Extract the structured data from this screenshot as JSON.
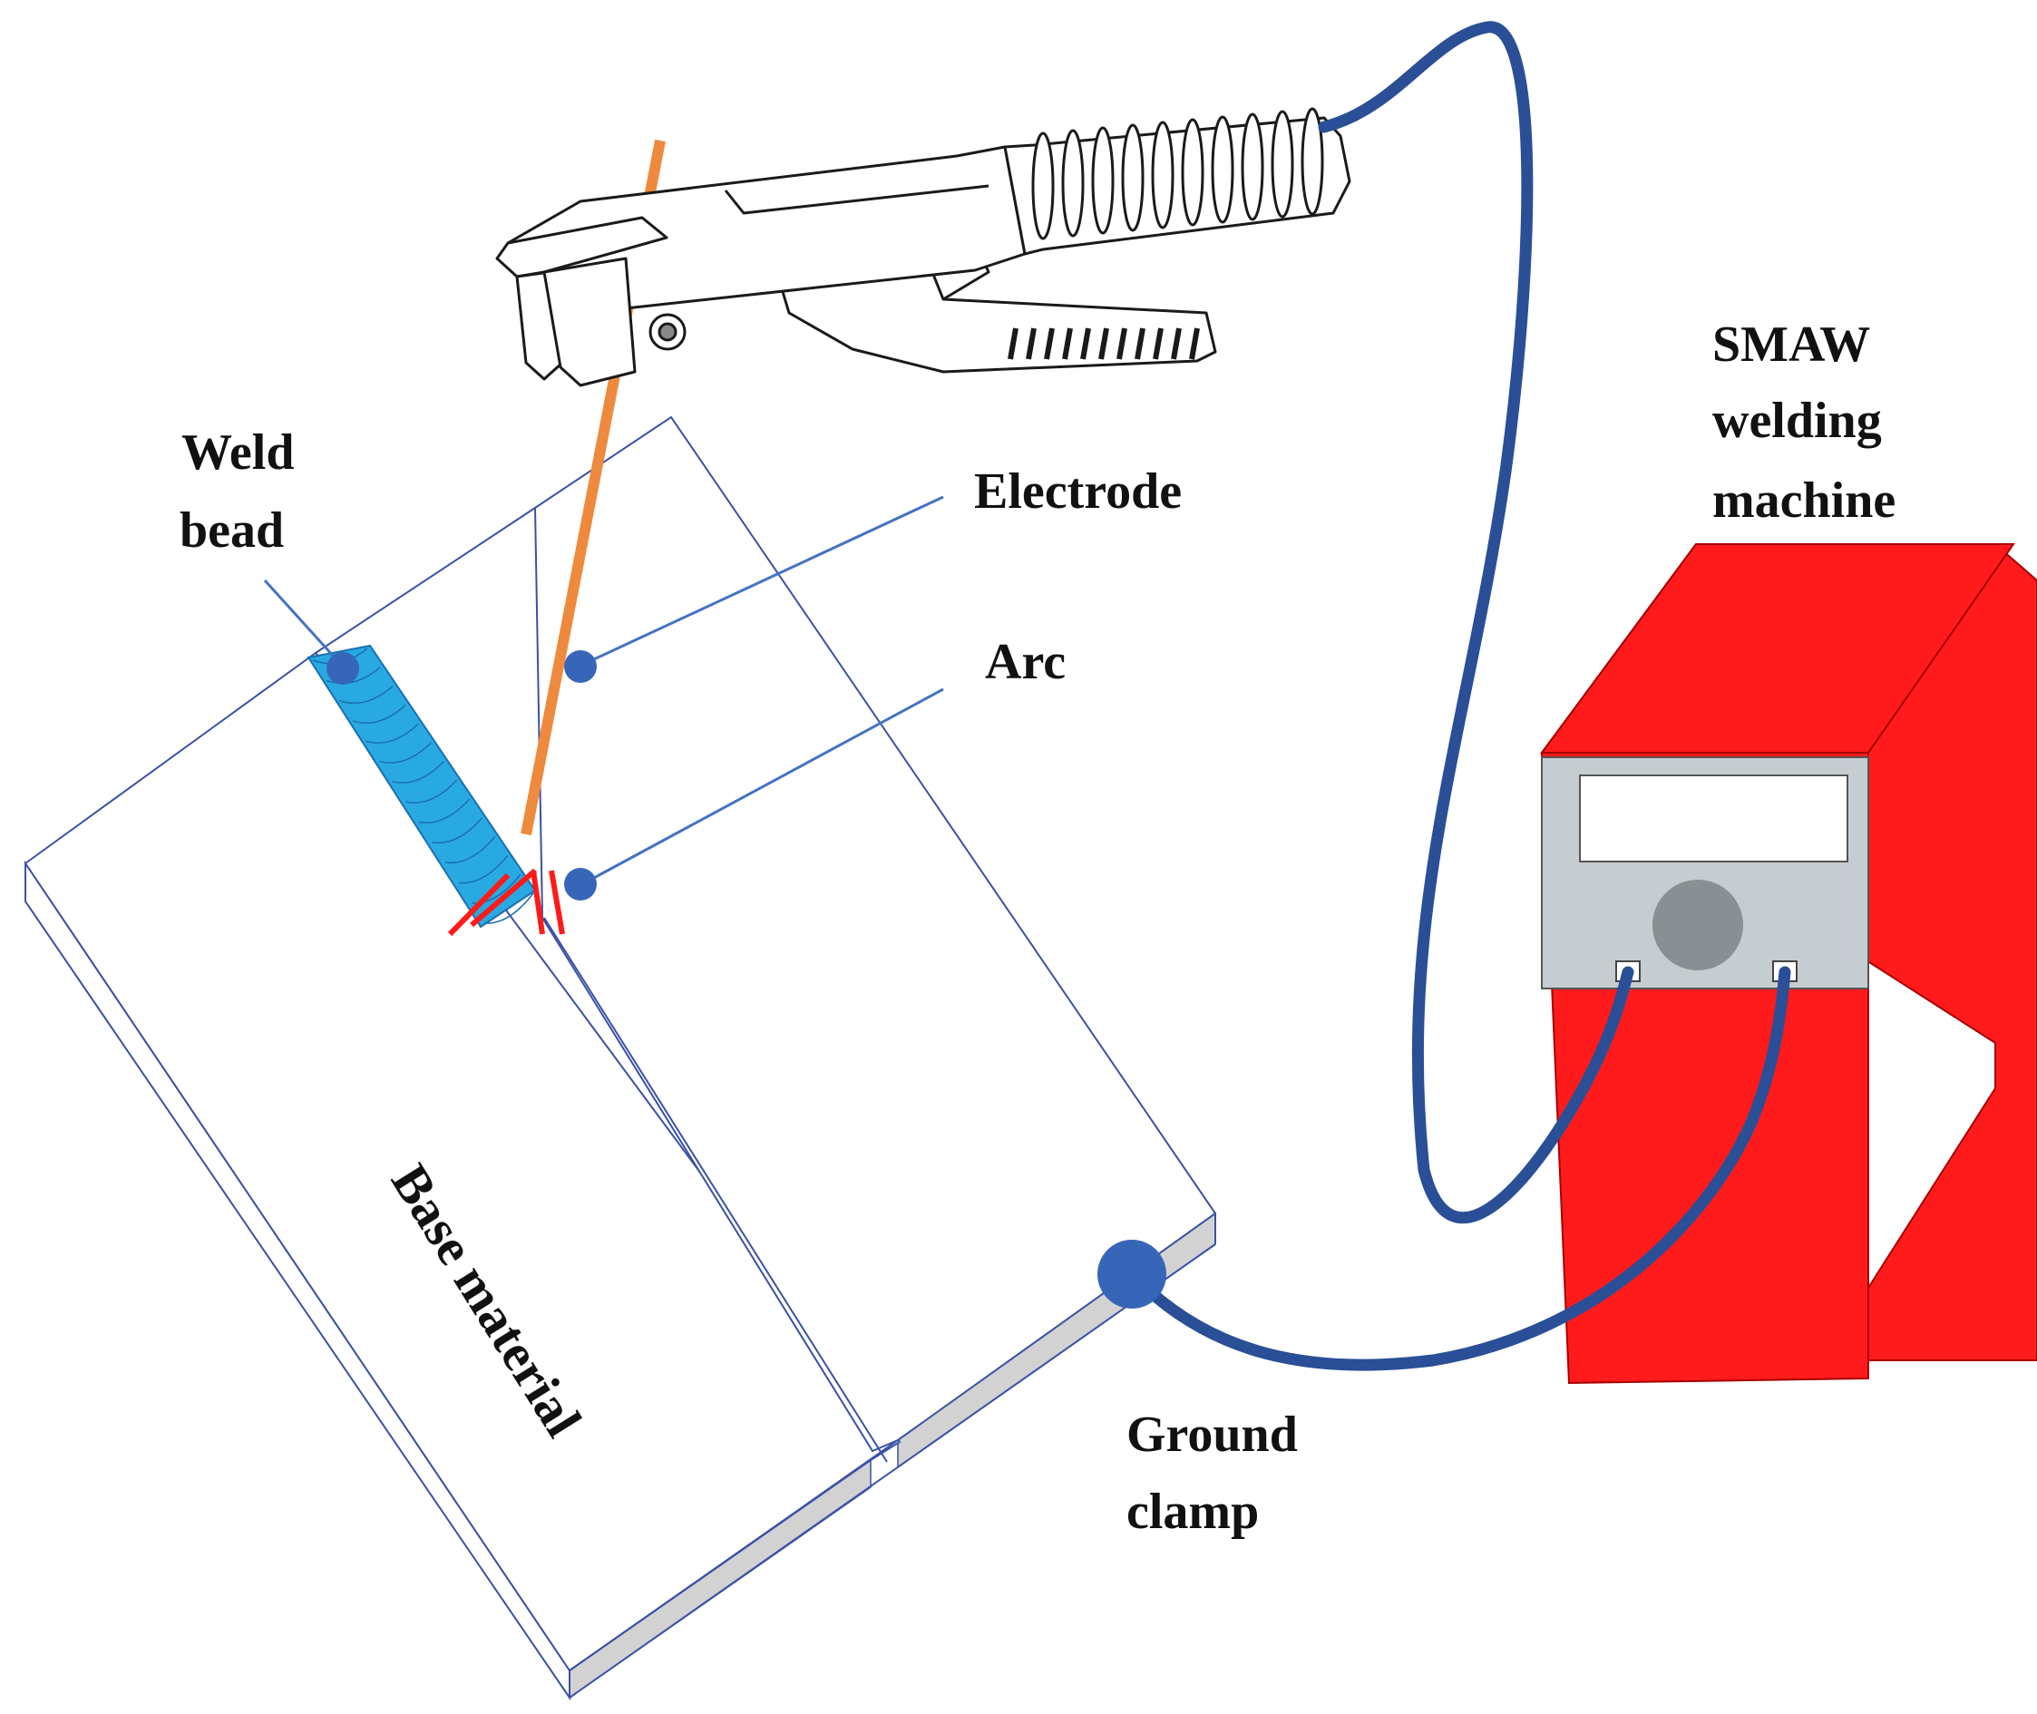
{
  "labels": {
    "weld_bead": [
      "Weld",
      "bead"
    ],
    "electrode": "Electrode",
    "arc": "Arc",
    "machine": [
      "SMAW",
      "welding",
      "machine"
    ],
    "base_material": "Base material",
    "ground_clamp": [
      "Ground",
      "clamp"
    ]
  },
  "colors": {
    "cable": "#2a4f96",
    "leader": "#4472c4",
    "marker": "#3766b8",
    "electrode_rod": "#ee8a3d",
    "weld_bead": "#29a9e1",
    "arc": "#ff1a1a",
    "machine_body": "#ff1b1b",
    "plate_edge": "#d2d2d2",
    "plate_outline": "#3a51a6",
    "holder_outline": "#1a1a1a"
  }
}
